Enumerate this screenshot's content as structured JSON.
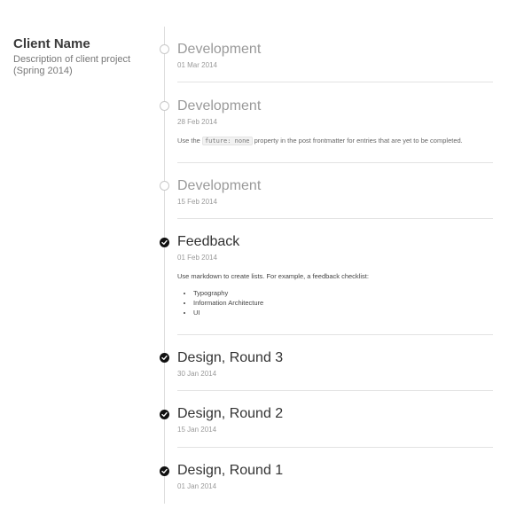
{
  "client": {
    "name": "Client Name",
    "description": "Description of client project (Spring 2014)"
  },
  "entries": [
    {
      "title": "Development",
      "date": "01 Mar 2014",
      "status": "future",
      "icon": "empty-circle-icon"
    },
    {
      "title": "Development",
      "date": "28 Feb 2014",
      "status": "future",
      "icon": "empty-circle-icon",
      "body_prefix": "Use the",
      "code": "future: none",
      "body_suffix": "property in the post frontmatter for entries that are yet to be completed."
    },
    {
      "title": "Development",
      "date": "15 Feb 2014",
      "status": "future",
      "icon": "empty-circle-icon"
    },
    {
      "title": "Feedback",
      "date": "01 Feb 2014",
      "status": "done",
      "icon": "check-circle-icon",
      "body": "Use markdown to create lists. For example, a feedback checklist:",
      "list": [
        "Typography",
        "Information Architecture",
        "UI"
      ]
    },
    {
      "title": "Design, Round 3",
      "date": "30 Jan 2014",
      "status": "done",
      "icon": "check-circle-icon"
    },
    {
      "title": "Design, Round 2",
      "date": "15 Jan 2014",
      "status": "done",
      "icon": "check-circle-icon"
    },
    {
      "title": "Design, Round 1",
      "date": "01 Jan 2014",
      "status": "done",
      "icon": "check-circle-icon"
    }
  ]
}
